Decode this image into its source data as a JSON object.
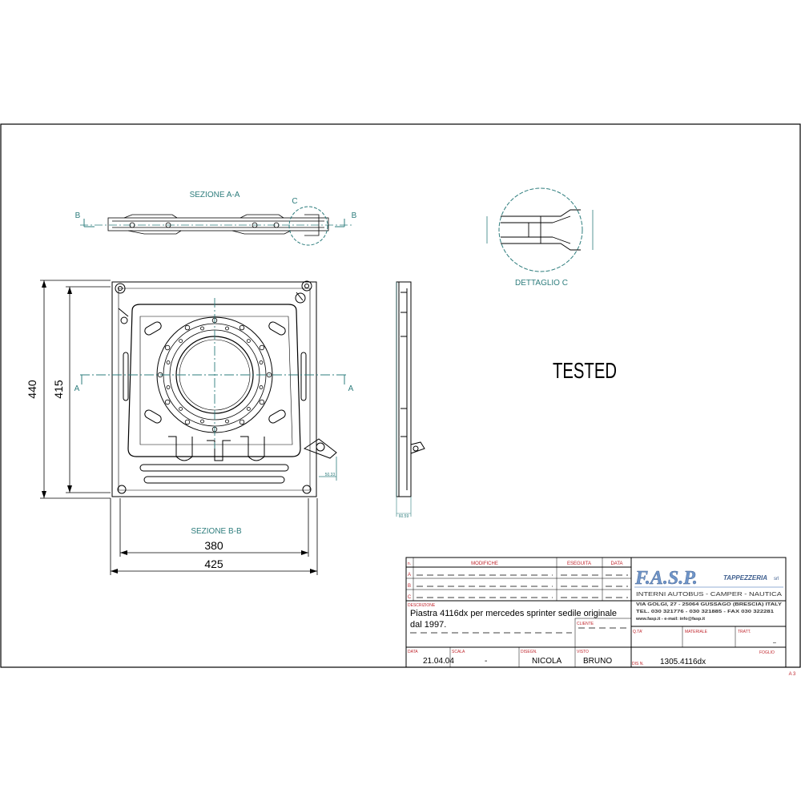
{
  "drawing": {
    "section_aa_label": "SEZIONE A-A",
    "section_bb_label": "SEZIONE B-B",
    "detail_label": "DETTAGLIO C",
    "detail_marker": "C",
    "cut_a": "A",
    "cut_b": "B",
    "stamp": "TESTED",
    "dimensions": {
      "height_outer": "440",
      "height_inner": "415",
      "width_inner": "380",
      "width_outer": "425",
      "small_1": "50.33",
      "small_2": "60.59"
    },
    "sheet_size": "A 3"
  },
  "title_block": {
    "revisions_header": {
      "n": "n.",
      "modifiche": "MODIFICHE",
      "eseguita": "ESEGUITA",
      "data": "DATA"
    },
    "revision_rows": [
      "A",
      "B",
      "C"
    ],
    "descrizione_label": "DESCRIZIONE",
    "descrizione_line1": "Piastra  4116dx per mercedes sprinter sedile originale",
    "descrizione_line2": "dal 1997.",
    "cliente_label": "CLIENTE",
    "qta_label": "Q.TA'",
    "materiale_label": "MATERIALE",
    "tratt_label": "TRATT.",
    "tratt_value": "–",
    "foglio_label": "FOGLIO",
    "data_label": "DATA",
    "data_value": "21.04.04",
    "scala_label": "SCALA",
    "scala_value": "-",
    "disegn_label": "DISEGN.",
    "disegn_value": "NICOLA",
    "visto_label": "VISTO",
    "visto_value": "BRUNO",
    "dis_n_label": "DIS N.",
    "dis_n_value": "1305.4116dx"
  },
  "company": {
    "name": "F.A.S.P.",
    "suffix": "TAPPEZZERIA",
    "srl": "srl",
    "tagline": "INTERNI AUTOBUS - CAMPER - NAUTICA",
    "address": "VIA GOLGI, 27 - 25064 GUSSAGO (BRESCIA) ITALY",
    "phone": "TEL. 030 321776 - 030 321885 - FAX 030 322281",
    "web": "www.fasp.it - e-mail: info@fasp.it",
    "brand_color": "#6f95c9"
  }
}
